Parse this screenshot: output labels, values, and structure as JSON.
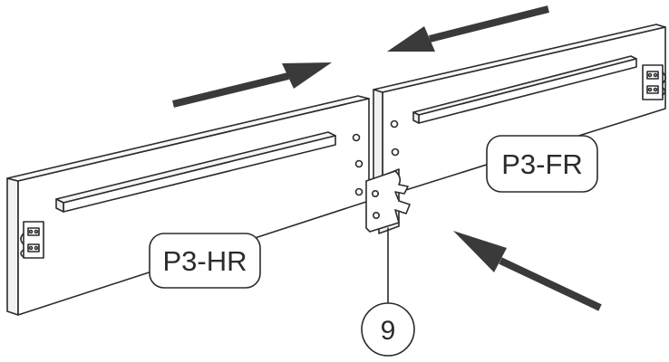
{
  "parts": {
    "hr_label": "P3-HR",
    "fr_label": "P3-FR"
  },
  "callout": {
    "number": "9"
  },
  "colors": {
    "line": "#2b2b2b",
    "arrow": "#3a3a3a",
    "panel_face": "#ffffff",
    "panel_edge": "#f2f2f2",
    "rail": "#ffffff"
  },
  "icons": {
    "arrow_top_right": "arrow-right-icon",
    "arrow_top_left": "arrow-left-icon",
    "arrow_bottom": "arrow-up-left-icon",
    "bracket": "hook-bracket-icon",
    "hinge": "hinge-plate-icon"
  }
}
